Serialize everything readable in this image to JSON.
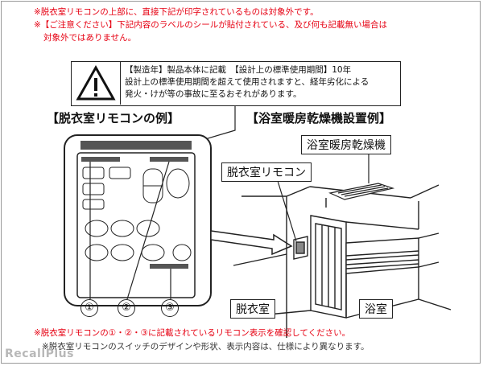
{
  "notes": {
    "line1": "※脱衣室リモコンの上部に、直接下記が印字されているものは対象外です。",
    "line2": "※【ご注意ください】下記内容のラベルのシールが貼付されている、及び何も記載無い場合は",
    "line3": "対象外ではありません。"
  },
  "warning_label": {
    "line1": "【製造年】製品本体に記載　【設計上の標準使用期間】10年",
    "line2": "設計上の標準使用期間を超えて使用されますと、経年劣化による",
    "line3": "発火・けが等の事故に至るおそれがあります。"
  },
  "left_title": "【脱衣室リモコンの例】",
  "right_title": "【浴室暖房乾燥機設置例】",
  "labels": {
    "dryer": "浴室暖房乾燥機",
    "remote": "脱衣室リモコン",
    "dressing_room": "脱衣室",
    "bathroom": "浴室"
  },
  "callouts": [
    "①",
    "②",
    "③"
  ],
  "bottom_note": "※脱衣室リモコンの①・②・③に記載されているリモコン表示を確認してください。",
  "footnote": "※脱衣室リモコンのスイッチのデザインや形状、表示内容は、仕様により異なります。",
  "watermark": "RecallPlus",
  "colors": {
    "note_red": "#e60012",
    "line": "#222222",
    "label_bar": "#555555"
  }
}
